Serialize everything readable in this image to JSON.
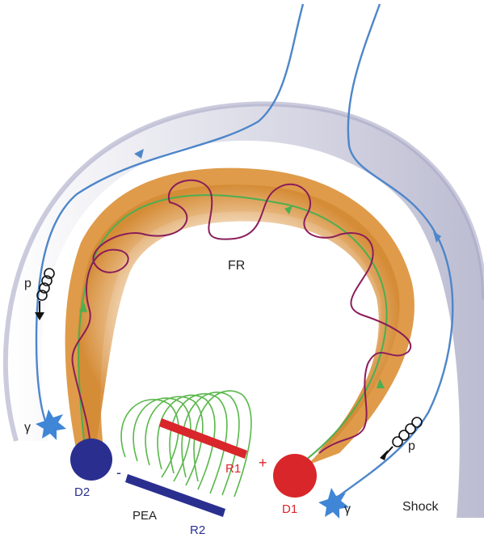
{
  "labels": {
    "flux_rope": "FR",
    "shock": "Shock",
    "pea": "PEA",
    "d1": "D1",
    "d2": "D2",
    "r1": "R1",
    "r2": "R2",
    "proton_left": "p",
    "proton_right": "p",
    "gamma_left": "γ",
    "gamma_right": "γ",
    "plus": "+",
    "minus": "-"
  },
  "colors": {
    "shock_shell": "#c9c9dc",
    "flux_rope_fill": "#d98a2a",
    "field_line_blue": "#4e86c9",
    "field_line_green": "#4caf50",
    "helical_purple": "#8a1d5a",
    "footpoint_red": "#d9262b",
    "footpoint_blue": "#2a2f8f",
    "gamma_burst": "#3f86d6",
    "arrow_black": "#111111"
  }
}
